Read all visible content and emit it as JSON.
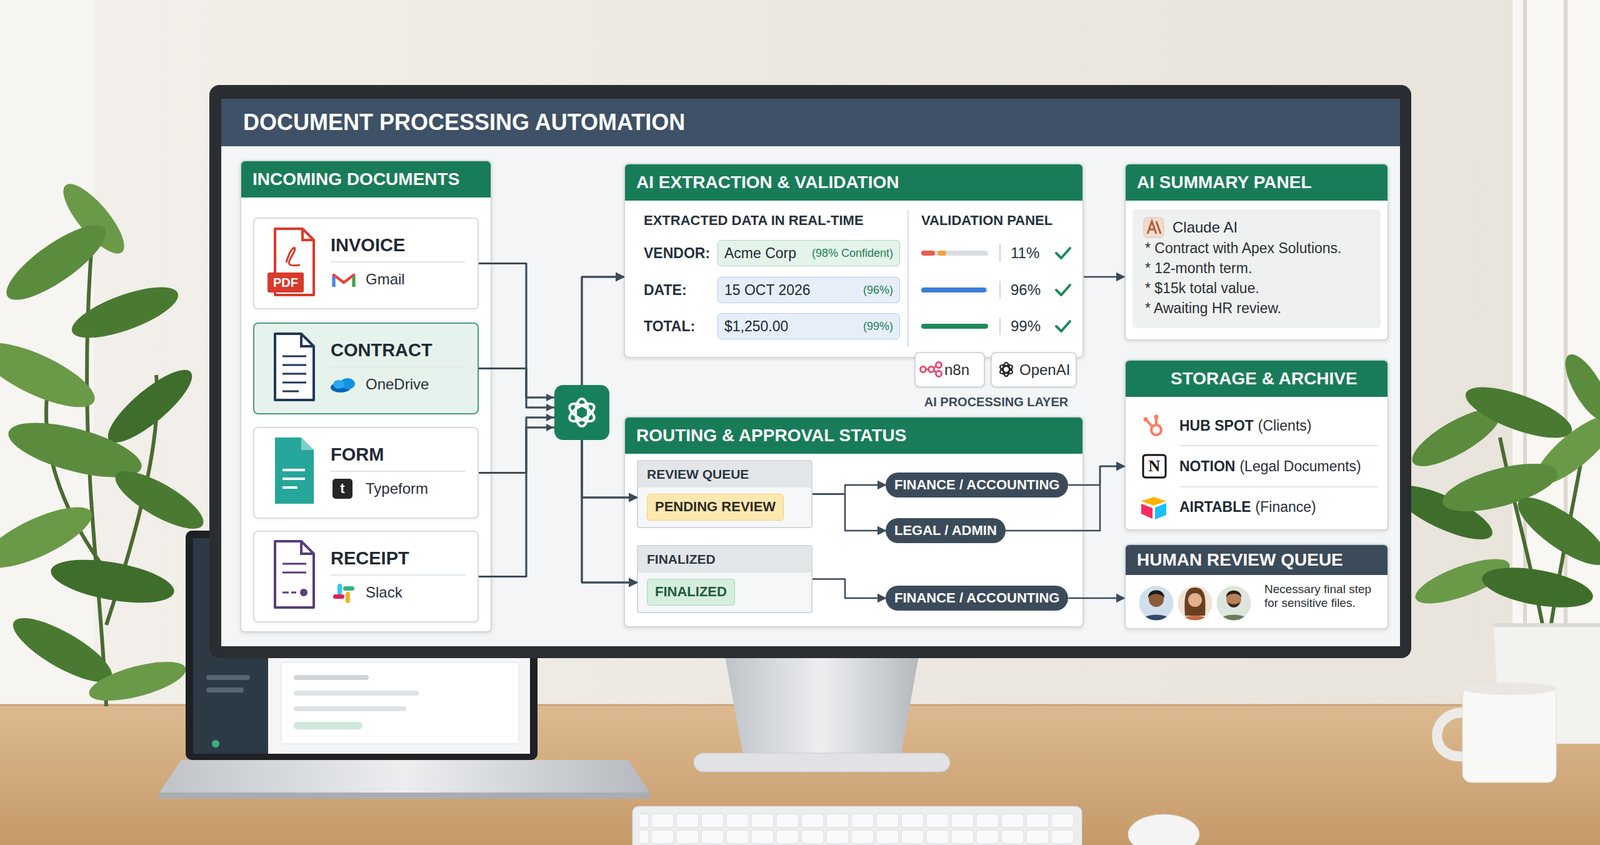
{
  "diagram": {
    "title": "DOCUMENT PROCESSING AUTOMATION",
    "nodes": [
      {
        "text": [
          "INCOMING DOCUMENTS"
        ]
      },
      {
        "text": [
          "INVOICE",
          "Gmail"
        ],
        "in": 0
      },
      {
        "text": [
          "CONTRACT",
          "OneDrive"
        ],
        "in": 0
      },
      {
        "text": [
          "FORM",
          "Typeform"
        ],
        "in": 0
      },
      {
        "text": [
          "RECEIPT",
          "Slack"
        ],
        "in": 0
      },
      {
        "text": [
          "AI EXTRACTION & VALIDATION"
        ]
      },
      {
        "text": [
          "Acme Corp",
          "(98% Confident)"
        ],
        "in": 5
      },
      {
        "text": [
          "15 OCT 2026",
          "(96%)"
        ],
        "in": 5
      },
      {
        "text": [
          "$1,250.00",
          "(99%)"
        ],
        "in": 5
      },
      {
        "text": [
          "n8n"
        ]
      },
      {
        "text": [
          "OpenAI"
        ]
      },
      {
        "text": [
          "ROUTING & APPROVAL STATUS"
        ]
      },
      {
        "text": [
          "REVIEW QUEUE"
        ],
        "in": 11
      },
      {
        "text": [
          "PENDING REVIEW"
        ],
        "in": 12
      },
      {
        "text": [
          "FINALIZED"
        ],
        "in": 11
      },
      {
        "text": [
          "FINALIZED"
        ],
        "in": 14
      },
      {
        "text": [
          "FINANCE / ACCOUNTING"
        ],
        "in": 11
      },
      {
        "text": [
          "LEGAL / ADMIN"
        ],
        "in": 11
      },
      {
        "text": [
          "FINANCE / ACCOUNTING"
        ],
        "in": 11
      },
      {
        "text": [
          "AI SUMMARY PANEL"
        ]
      },
      {
        "text": [
          "Claude AI",
          "* Contract with Apex Solutions.",
          "* 12-month term.",
          "* $15k total value.",
          "* Awaiting HR review."
        ],
        "in": 19
      },
      {
        "text": [
          "STORAGE & ARCHIVE"
        ]
      },
      {
        "text": [
          "HUMAN REVIEW QUEUE",
          "Necessary final step for sensitive files."
        ]
      }
    ],
    "edges": [
      {
        "from": 1,
        "to": 5,
        "arrow": "to"
      },
      {
        "from": 1,
        "to": 12,
        "arrow": "to"
      },
      {
        "from": 1,
        "to": 14,
        "arrow": "to"
      },
      {
        "from": 2,
        "to": 5,
        "arrow": "to"
      },
      {
        "from": 2,
        "to": 12,
        "arrow": "to"
      },
      {
        "from": 2,
        "to": 14,
        "arrow": "to"
      },
      {
        "from": 3,
        "to": 5,
        "arrow": "to"
      },
      {
        "from": 3,
        "to": 12,
        "arrow": "to"
      },
      {
        "from": 3,
        "to": 14,
        "arrow": "to"
      },
      {
        "from": 4,
        "to": 5,
        "arrow": "to"
      },
      {
        "from": 4,
        "to": 12,
        "arrow": "to"
      },
      {
        "from": 4,
        "to": 14,
        "arrow": "to"
      },
      {
        "from": 5,
        "to": 19,
        "arrow": "to"
      },
      {
        "from": 12,
        "to": 16,
        "arrow": "to"
      },
      {
        "from": 12,
        "to": 17,
        "arrow": "to"
      },
      {
        "from": 14,
        "to": 18,
        "arrow": "to"
      },
      {
        "from": 16,
        "to": 21,
        "arrow": "to"
      },
      {
        "from": 17,
        "to": 21,
        "arrow": "to"
      },
      {
        "from": 18,
        "to": 22,
        "arrow": "to"
      }
    ],
    "labels": [
      "PDF",
      "t",
      "EXTRACTED DATA IN REAL-TIME",
      "VALIDATION PANEL",
      "VENDOR:",
      "DATE:",
      "TOTAL:",
      "11%",
      "96%",
      "99%",
      "AI PROCESSING LAYER",
      "HUB SPOT",
      "(Clients)",
      "N",
      "NOTION",
      "(Legal Documents)",
      "AIRTABLE",
      "(Finance)"
    ]
  }
}
